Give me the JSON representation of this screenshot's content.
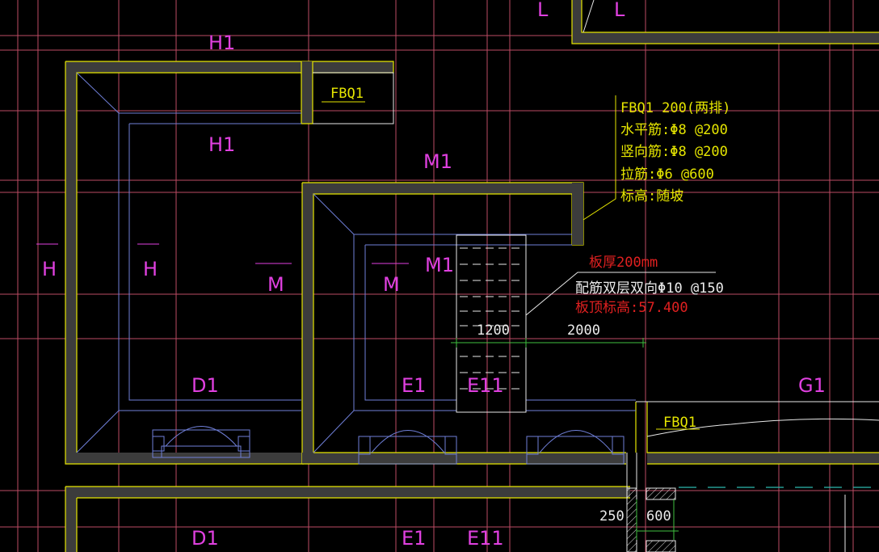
{
  "axis_labels": {
    "L_top1": "L",
    "L_top2": "L",
    "H1_top": "H1",
    "H1_mid": "H1",
    "H_left1": "H",
    "H_left2": "H",
    "M1_upper": "M1",
    "M1_lower": "M1",
    "M_mid1": "M",
    "M_mid2": "M",
    "D1_mid": "D1",
    "E1_mid": "E1",
    "E11_mid": "E11",
    "G1_mid": "G1",
    "D1_bottom": "D1",
    "E1_bottom": "E1",
    "E11_bottom": "E11"
  },
  "wall_tags": {
    "fbq1_top": "FBQ1",
    "fbq1_right": "FBQ1"
  },
  "wall_note": {
    "line1": "FBQ1 200(两排)",
    "line2": "水平筋:Φ8 @200",
    "line3": "竖向筋:Φ8 @200",
    "line4": "拉筋:Φ6 @600",
    "line5": "标高:随坡"
  },
  "slab_note": {
    "thickness": "板厚200mm",
    "reinforcement": "配筋双层双向Φ10 @150",
    "elevation": "板顶标高:57.400"
  },
  "dimensions": {
    "dim_1200": "1200",
    "dim_2000": "2000",
    "dim_250": "250",
    "dim_600": "600"
  },
  "colors": {
    "background": "#000000",
    "grid": "#c8506a",
    "wall_outline": "#e6e600",
    "wall_fill": "#3c3c3c",
    "axis_text": "#e040e0",
    "note_red": "#e02020",
    "note_white": "#ececec",
    "dim_line": "#3fbf3f",
    "fixture": "#6f7fd8"
  }
}
